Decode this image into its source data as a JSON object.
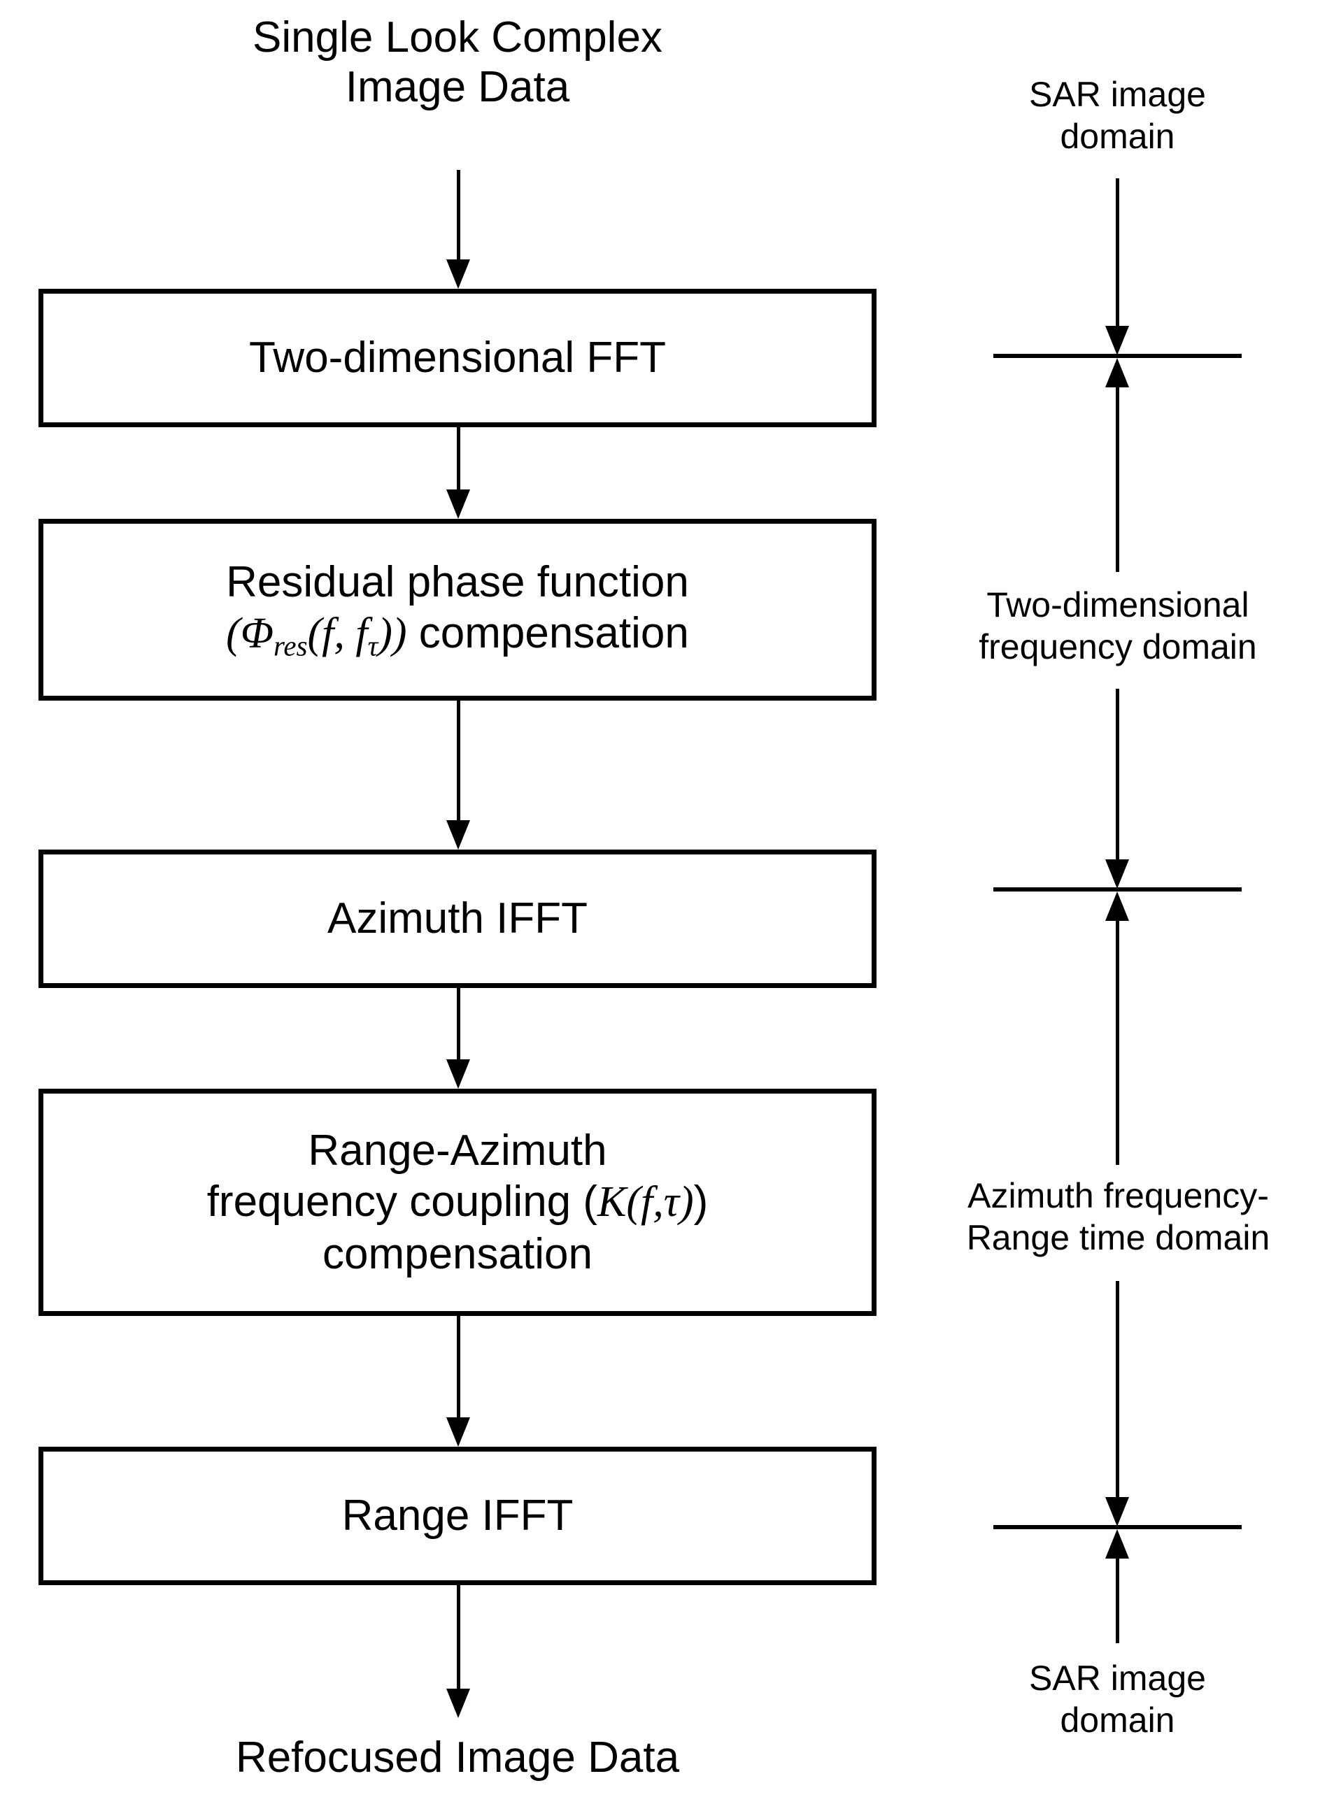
{
  "diagram": {
    "title_node": "Single Look Complex\nImage Data",
    "end_node": "Refocused Image Data",
    "process_boxes": [
      {
        "id": "two-dimensional-fft",
        "label": "Two-dimensional FFT"
      },
      {
        "id": "residual-phase-compensation",
        "label": "Residual phase function\n(Φres(f, fτ)) compensation",
        "line1": "Residual phase function",
        "math_open": "(",
        "math_sym": "Φ",
        "math_sub1": "res",
        "math_args": "(f, f",
        "math_sub2": "τ",
        "math_close": "))",
        "line2_tail": " compensation"
      },
      {
        "id": "azimuth-ifft",
        "label": "Azimuth IFFT"
      },
      {
        "id": "range-azimuth-coupling-compensation",
        "label": "Range-Azimuth\nfrequency coupling (K(f,τ))\ncompensation",
        "line1": "Range-Azimuth",
        "line2_head": "frequency coupling (",
        "math_sym": "K",
        "math_args": "(f,τ)",
        "math_close": ")",
        "line3": "compensation"
      },
      {
        "id": "range-ifft",
        "label": "Range IFFT"
      }
    ],
    "domain_labels": [
      {
        "id": "sar-image-domain-top",
        "text": "SAR image\ndomain"
      },
      {
        "id": "two-dimensional-frequency-domain",
        "text": "Two-dimensional\nfrequency domain"
      },
      {
        "id": "azimuth-frequency-range-time-domain",
        "text": "Azimuth frequency-\nRange time domain"
      },
      {
        "id": "sar-image-domain-bottom",
        "text": "SAR image\ndomain"
      }
    ]
  },
  "colors": {
    "stroke": "#000000",
    "background": "#ffffff"
  }
}
